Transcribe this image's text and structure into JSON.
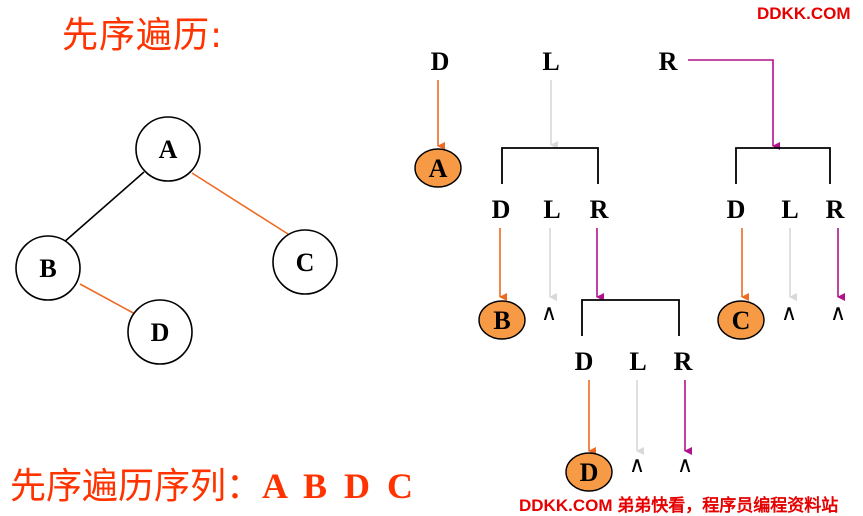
{
  "title": "先序遍历:",
  "brand_top": "DDKK.COM",
  "brand_bottom": "DDKK.COM 弟弟快看，程序员编程资料站",
  "sequence": {
    "label": "先序遍历序列：",
    "letters": "A B D C"
  },
  "tree": {
    "nodes": [
      "A",
      "B",
      "C",
      "D"
    ],
    "edges": [
      [
        "A",
        "B"
      ],
      [
        "A",
        "C"
      ],
      [
        "B",
        "D"
      ]
    ]
  },
  "traversal": {
    "top": [
      "D",
      "L",
      "R"
    ],
    "visits": [
      "A",
      "B",
      "C",
      "D"
    ],
    "group_a_left": [
      "D",
      "L",
      "R"
    ],
    "group_a_right": [
      "D",
      "L",
      "R"
    ],
    "group_b_right": [
      "D",
      "L",
      "R"
    ],
    "null_symbol": "∧"
  },
  "colors": {
    "title": "#ff3300",
    "brand": "#e60000",
    "orange_edge": "#ee6a22",
    "visit_fill": "#f79a46",
    "l_arrow": "#d9d9d9",
    "r_arrow": "#b0128a"
  }
}
